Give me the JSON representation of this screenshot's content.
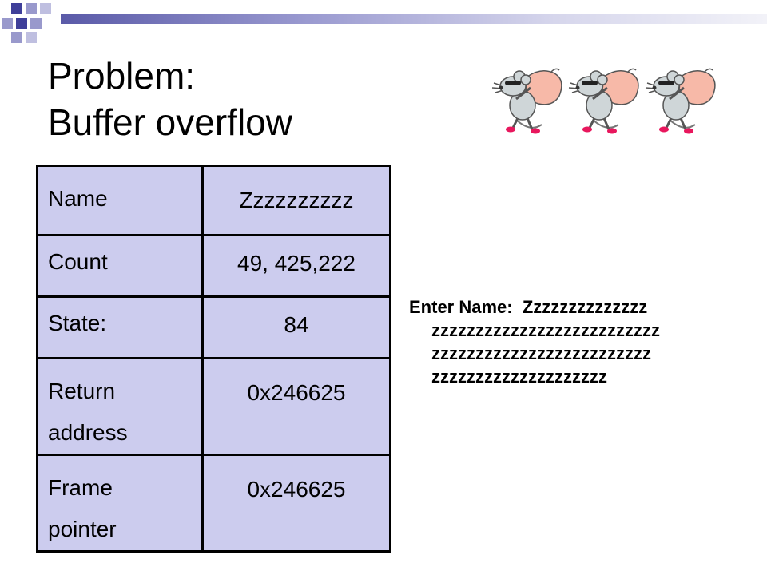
{
  "slide": {
    "title_line1": "Problem:",
    "title_line2": "Buffer overflow",
    "colors": {
      "table_fill": "#ccccee",
      "accent_dark": "#3f3f99",
      "accent_light": "#9999cc"
    },
    "icons": [
      "corner-squares-decoration",
      "mouse-thief-icon"
    ]
  },
  "stack_table": {
    "rows": [
      {
        "label_lines": [
          "Name"
        ],
        "value": "Zzzzzzzzzz"
      },
      {
        "label_lines": [
          "Count"
        ],
        "value": "49, 425,222"
      },
      {
        "label_lines": [
          "State:"
        ],
        "value": "84"
      },
      {
        "label_lines": [
          "Return",
          "address"
        ],
        "value": "0x246625"
      },
      {
        "label_lines": [
          "Frame",
          "pointer"
        ],
        "value": "0x246625"
      }
    ]
  },
  "input_prompt": {
    "label": "Enter Name:",
    "first_value": "Zzzzzzzzzzzzzz",
    "continuation_lines": [
      "zzzzzzzzzzzzzzzzzzzzzzzzzz",
      "zzzzzzzzzzzzzzzzzzzzzzzzz",
      "zzzzzzzzzzzzzzzzzzzz"
    ]
  }
}
